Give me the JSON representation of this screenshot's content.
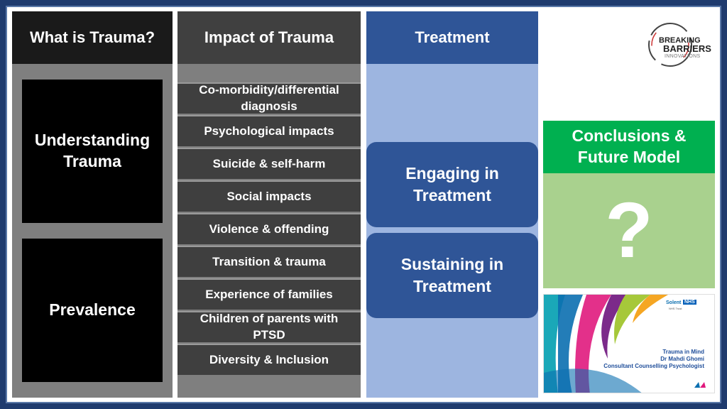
{
  "columns": {
    "what": {
      "header": "What is Trauma?",
      "boxes": [
        "Understanding\nTrauma",
        "Prevalence"
      ]
    },
    "impact": {
      "header": "Impact of Trauma",
      "items": [
        "Co-morbidity/differential diagnosis",
        "Psychological impacts",
        "Suicide & self-harm",
        "Social impacts",
        "Violence & offending",
        "Transition & trauma",
        "Experience of families",
        "Children of parents with PTSD",
        "Diversity & Inclusion"
      ]
    },
    "treatment": {
      "header": "Treatment",
      "boxes": [
        "Engaging in Treatment",
        "Sustaining in Treatment"
      ]
    }
  },
  "conclusions": {
    "title": "Conclusions & Future Model",
    "symbol": "?"
  },
  "logo": {
    "line1": "BREAKING",
    "line2": "BARRIERS",
    "line3": "INNOVATIONS"
  },
  "thumbnail": {
    "org": "Solent",
    "nhs": "NHS",
    "org_sub": "NHS Trust",
    "title": "Trauma in Mind",
    "author": "Dr Mahdi Ghomi",
    "role": "Consultant Counselling Psychologist"
  },
  "colors": {
    "header_dark": "#1a1a1a",
    "header_mid": "#404040",
    "treatment_blue": "#2f5597",
    "treatment_bg": "#9db5e0",
    "conclusions_green": "#00b050",
    "conclusions_bg": "#a9d18e"
  }
}
